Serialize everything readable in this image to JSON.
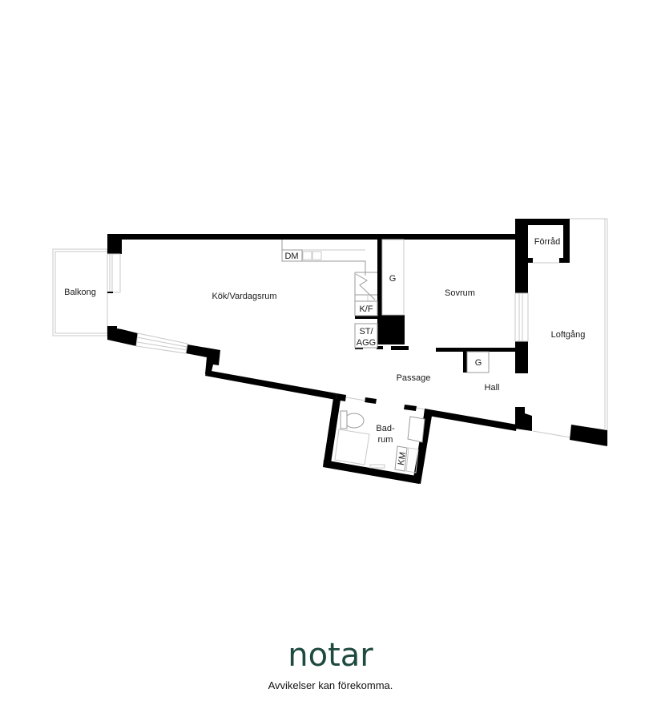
{
  "floorplan": {
    "rooms": {
      "balkong": "Balkong",
      "kok_vardagsrum": "Kök/Vardagsrum",
      "sovrum": "Sovrum",
      "forrad": "Förråd",
      "loftgang": "Loftgång",
      "passage": "Passage",
      "hall": "Hall",
      "badrum_line1": "Bad-",
      "badrum_line2": "rum"
    },
    "fixtures": {
      "dm": "DM",
      "kf": "K/F",
      "st_agg_line1": "ST/",
      "st_agg_line2": "AGG",
      "g_bedroom": "G",
      "g_hall": "G",
      "km": "KM"
    },
    "colors": {
      "wall": "#000000",
      "thin_line": "#9a9a9a",
      "brand": "#1f4a40"
    }
  },
  "footer": {
    "brand": "notar",
    "disclaimer": "Avvikelser kan förekomma."
  }
}
